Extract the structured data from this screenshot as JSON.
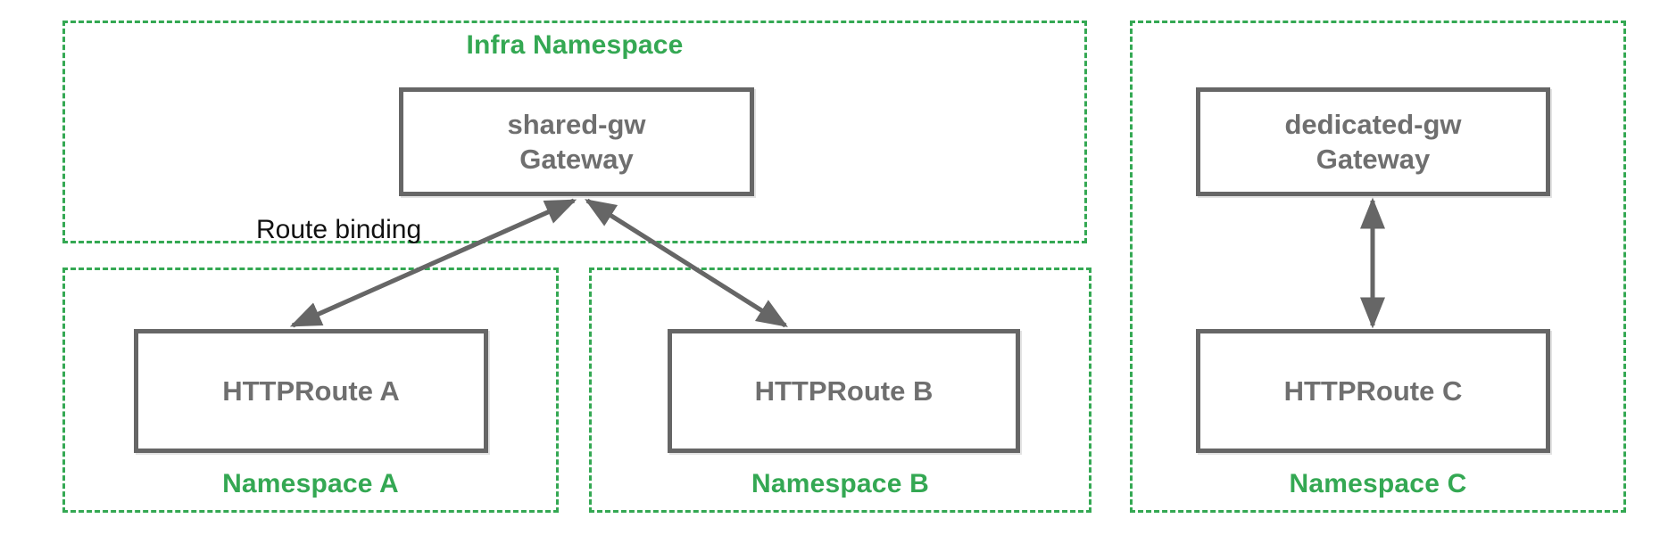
{
  "diagram": {
    "infra_namespace": {
      "label": "Infra Namespace",
      "gateway": {
        "name": "shared-gw",
        "kind": "Gateway"
      }
    },
    "namespace_a": {
      "label": "Namespace A",
      "route": {
        "name": "HTTPRoute A"
      }
    },
    "namespace_b": {
      "label": "Namespace B",
      "route": {
        "name": "HTTPRoute B"
      }
    },
    "namespace_c": {
      "label": "Namespace C",
      "gateway": {
        "name": "dedicated-gw",
        "kind": "Gateway"
      },
      "route": {
        "name": "HTTPRoute C"
      }
    },
    "annotations": {
      "route_binding": "Route binding"
    },
    "colors": {
      "namespace_green": "#34A853",
      "node_border_gray": "#666666",
      "node_text_gray": "#6f6f6f",
      "arrow_gray": "#666666",
      "annotation_black": "#111111"
    }
  }
}
